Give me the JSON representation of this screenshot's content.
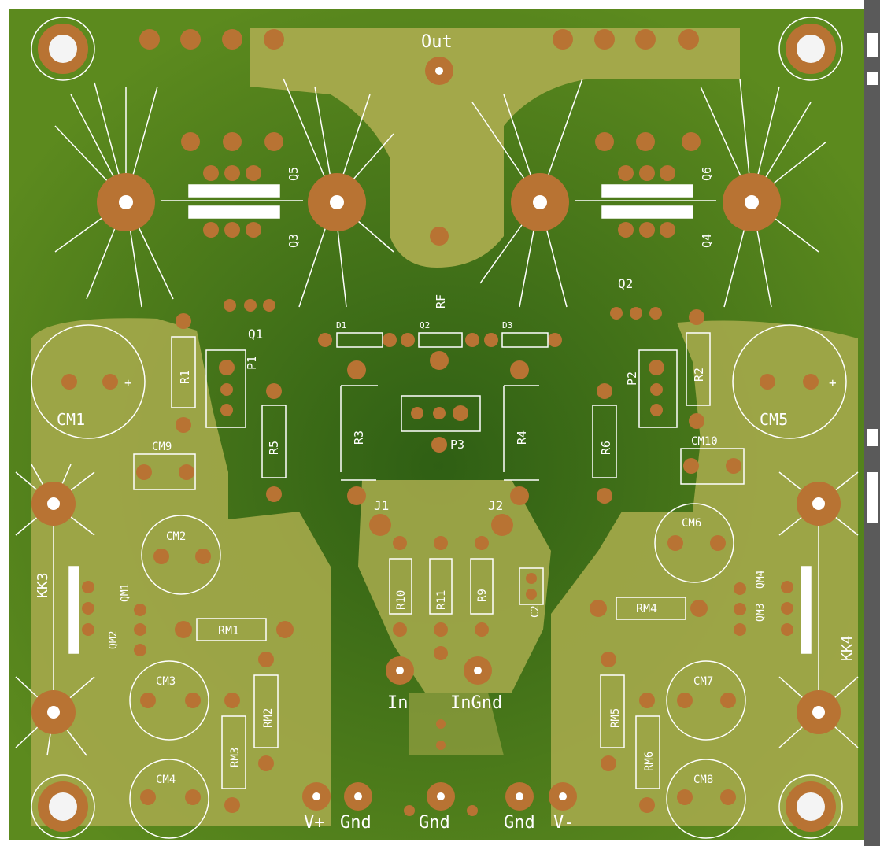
{
  "board": {
    "colors": {
      "copper_pour": "#5c8a1e",
      "pour_light": "#a3a84a",
      "pad": "#b87333",
      "silk": "#ffffff",
      "bg": "#ffffff"
    },
    "labels": {
      "out": "Out",
      "q5": "Q5",
      "q3": "Q3",
      "q6": "Q6",
      "q4": "Q4",
      "q1": "Q1",
      "q2": "Q2",
      "rf": "RF",
      "d1": "D1",
      "q2_small": "Q2",
      "d3": "D3",
      "r1": "R1",
      "p1": "P1",
      "cm1": "CM1",
      "cm9": "CM9",
      "r5": "R5",
      "r3": "R3",
      "p3": "P3",
      "r4": "R4",
      "r6": "R6",
      "p2": "P2",
      "r2": "R2",
      "cm5": "CM5",
      "cm10": "CM10",
      "j1": "J1",
      "j2": "J2",
      "cm2": "CM2",
      "cm6": "CM6",
      "kk3": "KK3",
      "kk4": "KK4",
      "qm1": "QM1",
      "qm2": "QM2",
      "qm3": "QM3",
      "qm4": "QM4",
      "rm1": "RM1",
      "rm4": "RM4",
      "r10": "R10",
      "r11": "R11",
      "r9": "R9",
      "c2": "C2",
      "cm3": "CM3",
      "cm4": "CM4",
      "cm7": "CM7",
      "cm8": "CM8",
      "rm2": "RM2",
      "rm3": "RM3",
      "rm5": "RM5",
      "rm6": "RM6",
      "in": "In",
      "ingnd": "InGnd",
      "vplus": "V+",
      "gnd1": "Gnd",
      "gnd2": "Gnd",
      "gnd3": "Gnd",
      "vminus": "V-",
      "plus": "+"
    }
  }
}
